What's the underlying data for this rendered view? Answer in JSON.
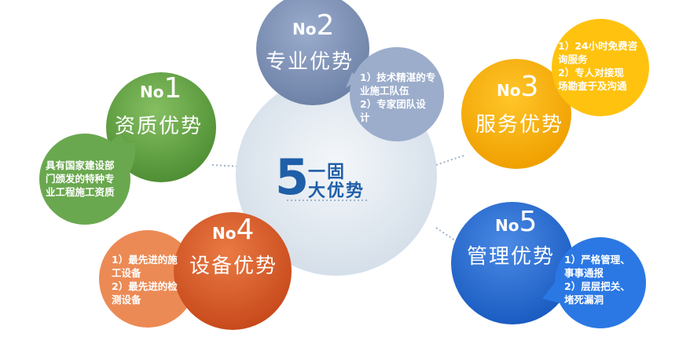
{
  "center": {
    "number": "5",
    "line1": "一固",
    "line2": "大优势"
  },
  "colors": {
    "green": "#6aa84f",
    "steel": "#7f93b8",
    "yellow": "#f7b500",
    "orange": "#e0622c",
    "blue": "#2a6fd6",
    "center": "#dfe6ee"
  },
  "items": [
    {
      "no_prefix": "No",
      "no_digit": "1",
      "title": "资质优势",
      "lines": [
        "具有国家建设部",
        "门颁发的特种专",
        "业工程施工资质"
      ]
    },
    {
      "no_prefix": "No",
      "no_digit": "2",
      "title": "专业优势",
      "lines": [
        "1）技术精湛的专",
        "业施工队伍",
        "2）专家团队设",
        "计"
      ]
    },
    {
      "no_prefix": "No",
      "no_digit": "3",
      "title": "服务优势",
      "lines": [
        "1）24小时免费咨",
        "询服务",
        "2）专人对接现",
        "场勘查于及沟通"
      ]
    },
    {
      "no_prefix": "No",
      "no_digit": "4",
      "title": "设备优势",
      "lines": [
        "1）最先进的施",
        "工设备",
        "2）最先进的检",
        "测设备"
      ]
    },
    {
      "no_prefix": "No",
      "no_digit": "5",
      "title": "管理优势",
      "lines": [
        "1）严格管理、",
        "事事通报",
        "2）层层把关、",
        "堵死漏洞"
      ]
    }
  ]
}
